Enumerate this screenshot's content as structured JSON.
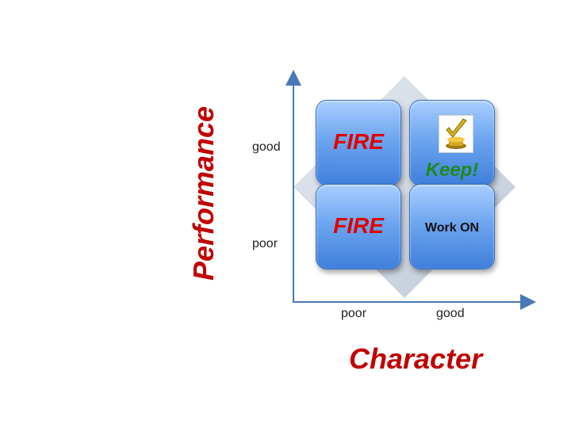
{
  "axes": {
    "y_title": "Performance",
    "x_title": "Character",
    "y_ticks": [
      "good",
      "poor"
    ],
    "x_ticks": [
      "poor",
      "good"
    ]
  },
  "quadrants": {
    "top_left": "FIRE",
    "top_right": "Keep!",
    "bottom_left": "FIRE",
    "bottom_right": "Work ON"
  },
  "colors": {
    "title_red": "#c00000",
    "fire_red": "#e00000",
    "keep_green": "#1d8a1d",
    "axis_blue": "#4a78b8",
    "box_blue": "#6ea6ef",
    "diamond_gray": "#cdd5e0"
  },
  "icons": {
    "keep_icon": "checkmark-trophy-icon"
  }
}
